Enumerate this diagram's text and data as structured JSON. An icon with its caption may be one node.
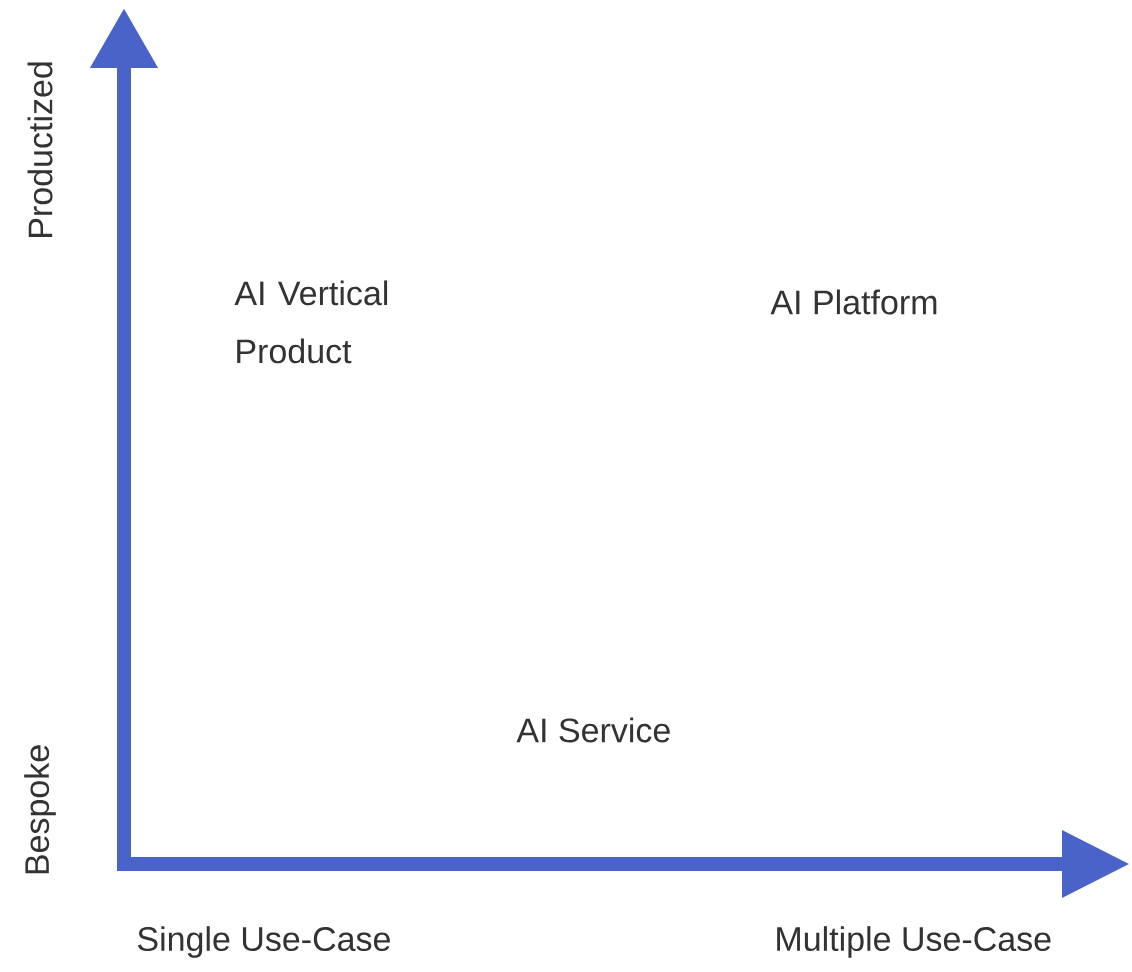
{
  "diagram": {
    "labels": [
      "Productized",
      "AI Vertical Product",
      "AI Platform",
      "AI Service",
      "Bespoke",
      "Single Use-Case",
      "Multiple Use-Case"
    ]
  }
}
